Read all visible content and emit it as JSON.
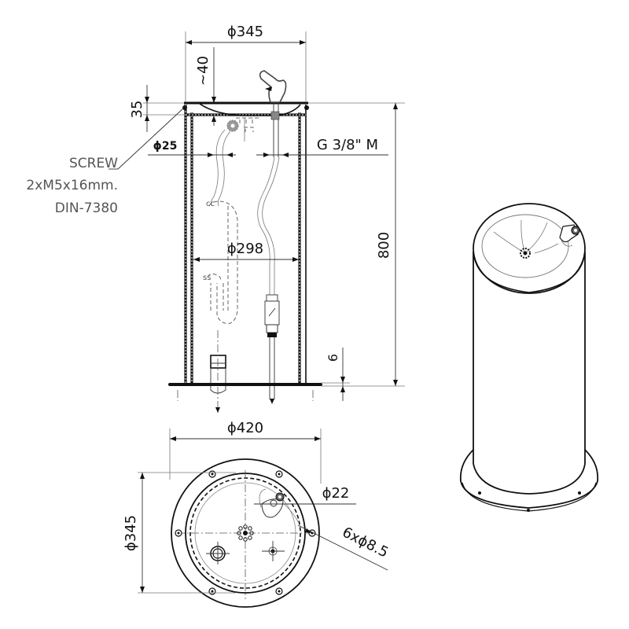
{
  "drawing": {
    "type": "technical drawing - pedestal drinking fountain",
    "colors": {
      "line": "#111111",
      "secondary": "#555555",
      "background": "#ffffff"
    }
  },
  "front_view": {
    "dimensions": {
      "top_diameter": "ϕ345",
      "bowl_depth": "~40",
      "rim_height": "35",
      "drain_diameter": "ϕ25",
      "inlet_thread": "G 3/8\" M",
      "inner_diameter": "ϕ298",
      "total_height": "800",
      "base_thickness": "6",
      "base_diameter": "ϕ420"
    },
    "screw_note": {
      "line1": "SCREW",
      "line2": "2xM5x16mm.",
      "line3": "DIN-7380"
    }
  },
  "plan_view": {
    "dimensions": {
      "column_diameter": "ϕ345",
      "inlet_hole": "ϕ22",
      "fixing_holes": "6xϕ8.5"
    }
  },
  "isometric_view": {
    "label": ""
  }
}
